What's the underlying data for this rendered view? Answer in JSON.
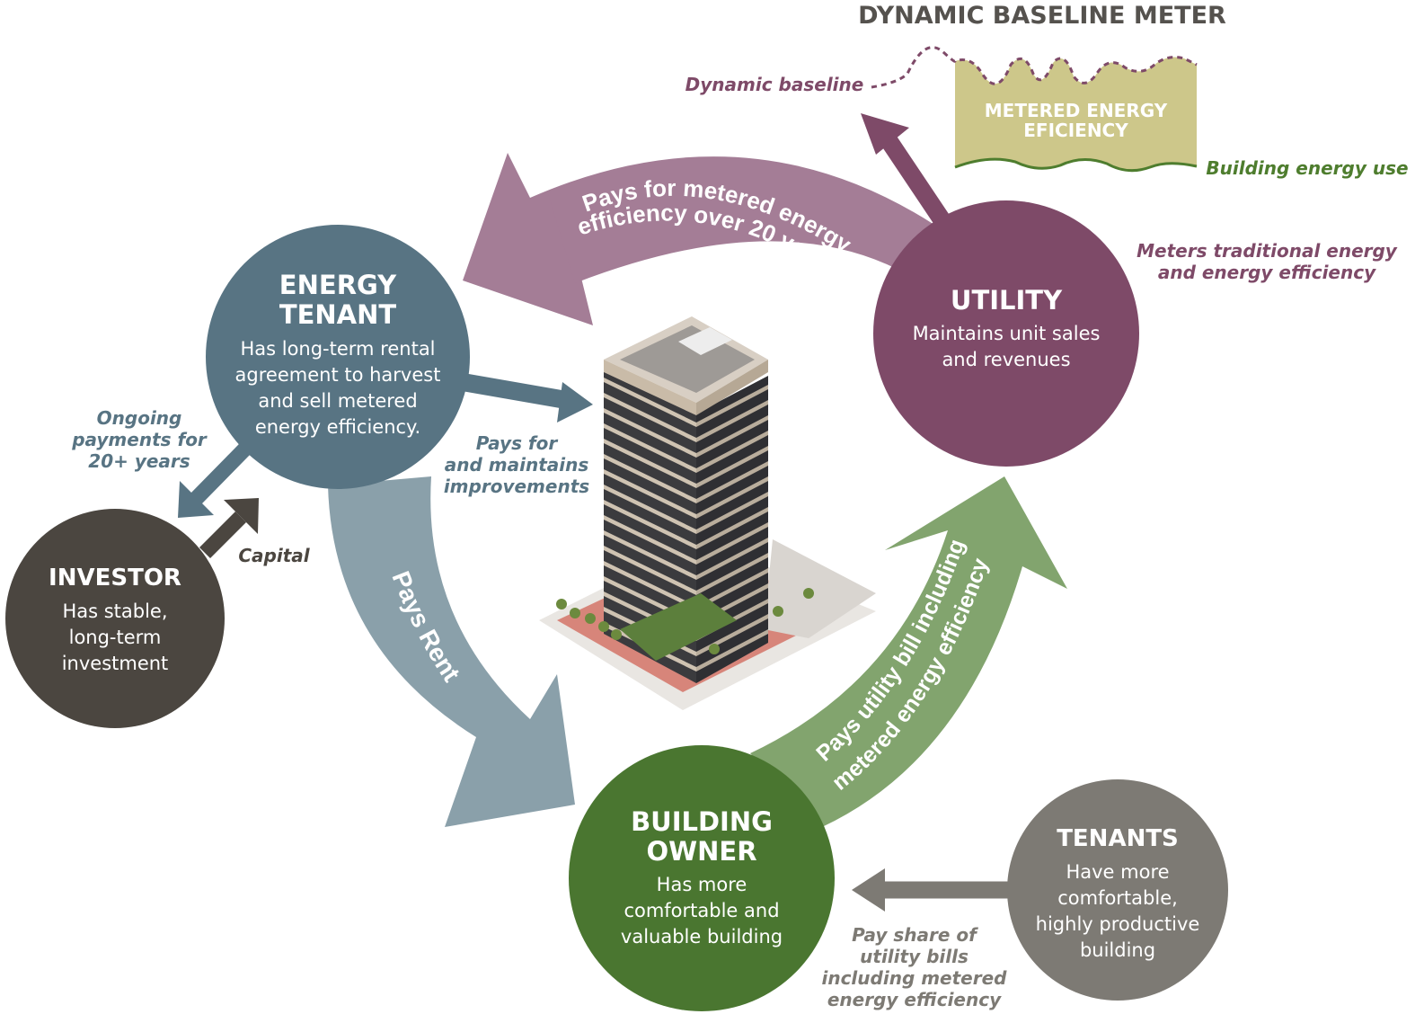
{
  "meter": {
    "title": "DYNAMIC BASELINE METER",
    "dynamic_baseline_label": "Dynamic baseline",
    "metered_label_line1": "METERED ENERGY",
    "metered_label_line2": "EFICIENCY",
    "building_use_label": "Building energy use"
  },
  "utility": {
    "title": "UTILITY",
    "body_line1": "Maintains unit sales",
    "body_line2": "and revenues",
    "note_line1": "Meters traditional energy",
    "note_line2": "and energy efficiency"
  },
  "energy_tenant": {
    "title_line1": "ENERGY",
    "title_line2": "TENANT",
    "body": [
      "Has long-term rental",
      "agreement to harvest",
      "and sell metered",
      "energy efficiency."
    ]
  },
  "investor": {
    "title": "INVESTOR",
    "body": [
      "Has stable,",
      "long-term",
      "investment"
    ]
  },
  "building_owner": {
    "title_line1": "BUILDING",
    "title_line2": "OWNER",
    "body": [
      "Has more",
      "comfortable and",
      "valuable building"
    ]
  },
  "tenants": {
    "title": "TENANTS",
    "body": [
      "Have more",
      "comfortable,",
      "highly productive",
      "building"
    ]
  },
  "flows": {
    "utility_to_tenant_line1": "Pays for metered energy",
    "utility_to_tenant_line2": "efficiency over 20 years",
    "pays_rent": "Pays Rent",
    "owner_to_utility_line1": "Pays utility bill including",
    "owner_to_utility_line2": "metered energy efficiency",
    "ongoing_payments": [
      "Ongoing",
      "payments for",
      "20+ years"
    ],
    "capital": "Capital",
    "pays_for_improvements": [
      "Pays for",
      "and maintains",
      "improvements"
    ],
    "tenants_pay_share": [
      "Pay share of",
      "utility bills",
      "including metered",
      "energy efficiency"
    ]
  },
  "colors": {
    "energy_tenant": "#587483",
    "investor": "#4b4640",
    "building_owner": "#4a7630",
    "tenants": "#7d7a74",
    "utility": "#7e4a68",
    "utility_arrow": "#a47d96",
    "rent_arrow": "#8aa0aa",
    "owner_arrow": "#82a46e",
    "meter_fill": "#cdc78a",
    "building_use_green": "#4e7d2e"
  }
}
